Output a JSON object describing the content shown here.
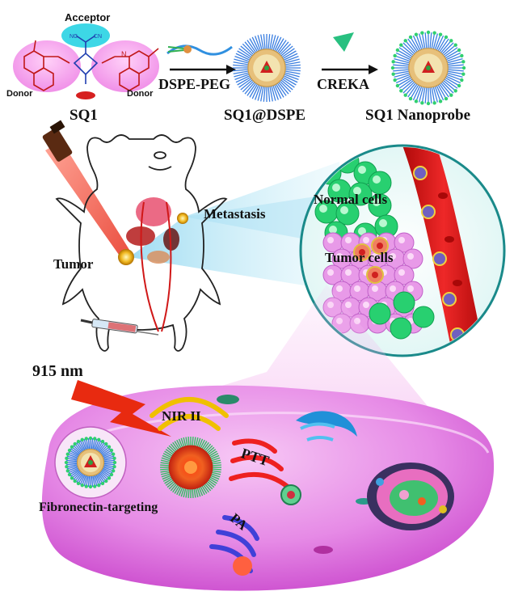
{
  "top_scheme": {
    "acceptor": "Acceptor",
    "donor_left": "Donor",
    "donor_right": "Donor",
    "cn1": "NC",
    "cn2": "CN",
    "n_plus": "N",
    "sq1": "SQ1",
    "step1": "DSPE-PEG",
    "step2": "CREKA",
    "product1": "SQ1@DSPE",
    "product2": "SQ1 Nanoprobe"
  },
  "mouse_panel": {
    "tumor": "Tumor",
    "metastasis": "Metastasis"
  },
  "zoom_panel": {
    "normal_cells": "Normal cells",
    "tumor_cells": "Tumor cells"
  },
  "cell_panel": {
    "laser": "915 nm",
    "nir": "NIR II",
    "ptt": "PTT",
    "pa": "PA",
    "targeting": "Fibronectin-targeting"
  },
  "colors": {
    "pink_cell": "#e070e0",
    "blood_red": "#d81818",
    "ring_teal": "#1a8a8a",
    "arrow": "#111111"
  }
}
